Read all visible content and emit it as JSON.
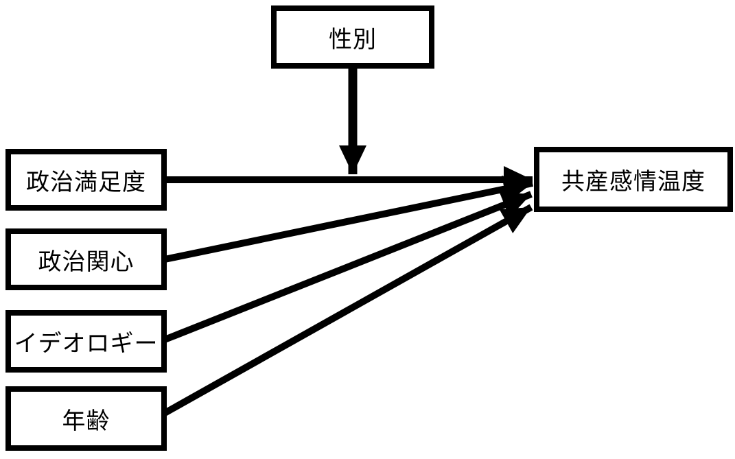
{
  "diagram": {
    "title": "path-model",
    "nodes": {
      "gender": {
        "label": "性別"
      },
      "satisfaction": {
        "label": "政治満足度"
      },
      "interest": {
        "label": "政治関心"
      },
      "ideology": {
        "label": "イデオロギー"
      },
      "age": {
        "label": "年齢"
      },
      "outcome": {
        "label": "共産感情温度"
      }
    },
    "edges": [
      {
        "from": "satisfaction",
        "to": "outcome",
        "type": "direct-effect"
      },
      {
        "from": "interest",
        "to": "outcome",
        "type": "direct-effect"
      },
      {
        "from": "ideology",
        "to": "outcome",
        "type": "direct-effect"
      },
      {
        "from": "age",
        "to": "outcome",
        "type": "direct-effect"
      },
      {
        "from": "gender",
        "to": "satisfaction-outcome-path",
        "type": "moderation"
      }
    ],
    "colors": {
      "background": "#ffffff",
      "box_fill": "#ffffff",
      "box_border": "#000000",
      "line": "#000000",
      "text": "#000000"
    }
  }
}
